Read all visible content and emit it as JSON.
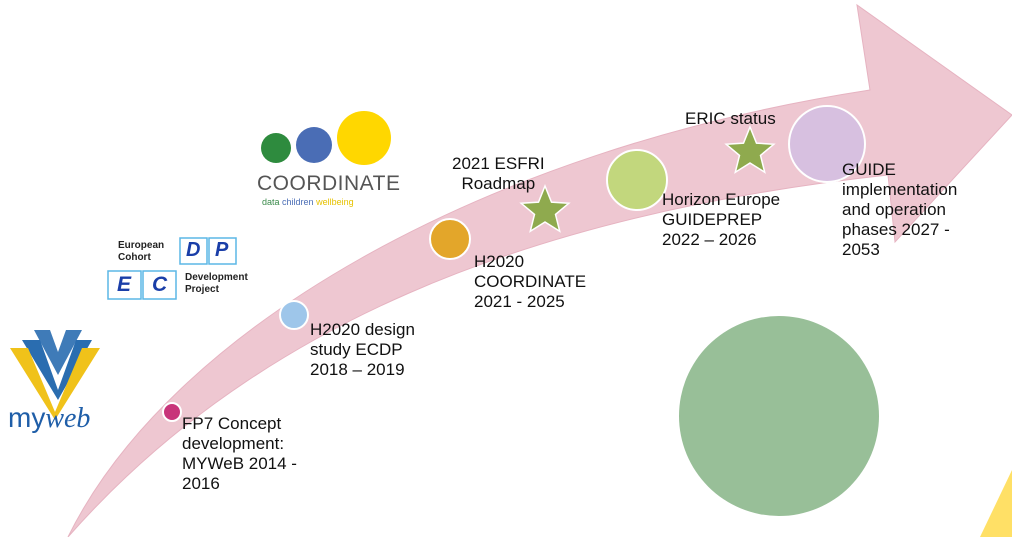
{
  "colors": {
    "arrow": "#eec7d1",
    "arrow_edge": "#e6b3c1",
    "big_green": "#98bf98",
    "star": "#8faa4e",
    "yellow_corner": "#ffe066"
  },
  "milestones": [
    {
      "text": "FP7 Concept\ndevelopment:\nMYWeB 2014 -\n2016",
      "dot_color": "#c8347a"
    },
    {
      "text": "H2020 design\nstudy ECDP\n2018 – 2019",
      "dot_color": "#9ec6ea"
    },
    {
      "text": "H2020\nCOORDINATE\n2021 - 2025",
      "dot_color": "#e3a62a"
    },
    {
      "text": "Horizon Europe\nGUIDEPREP\n2022 – 2026",
      "dot_color": "#c2d77d"
    },
    {
      "text": "GUIDE\nimplementation\nand operation\nphases 2027 -\n2053",
      "dot_color": "#d7c0e0"
    }
  ],
  "star_labels": [
    "2021 ESFRI\nRoadmap",
    "ERIC status"
  ],
  "coordinate_logo": {
    "title": "COORDINATE",
    "tagline_words": [
      "data",
      "children",
      "wellbeing"
    ],
    "tagline_colors": [
      "#3a8a4a",
      "#4a6db5",
      "#e6c200"
    ],
    "dot_colors": [
      "#2e8b3e",
      "#4a6db5",
      "#ffd700"
    ]
  },
  "ecdp_logo": {
    "line1": "European",
    "line2": "Cohort",
    "letters": [
      "D",
      "P",
      "E",
      "C"
    ],
    "right1": "Development",
    "right2": "Project"
  },
  "myweb_logo": {
    "word1": "my",
    "word2": "web"
  }
}
